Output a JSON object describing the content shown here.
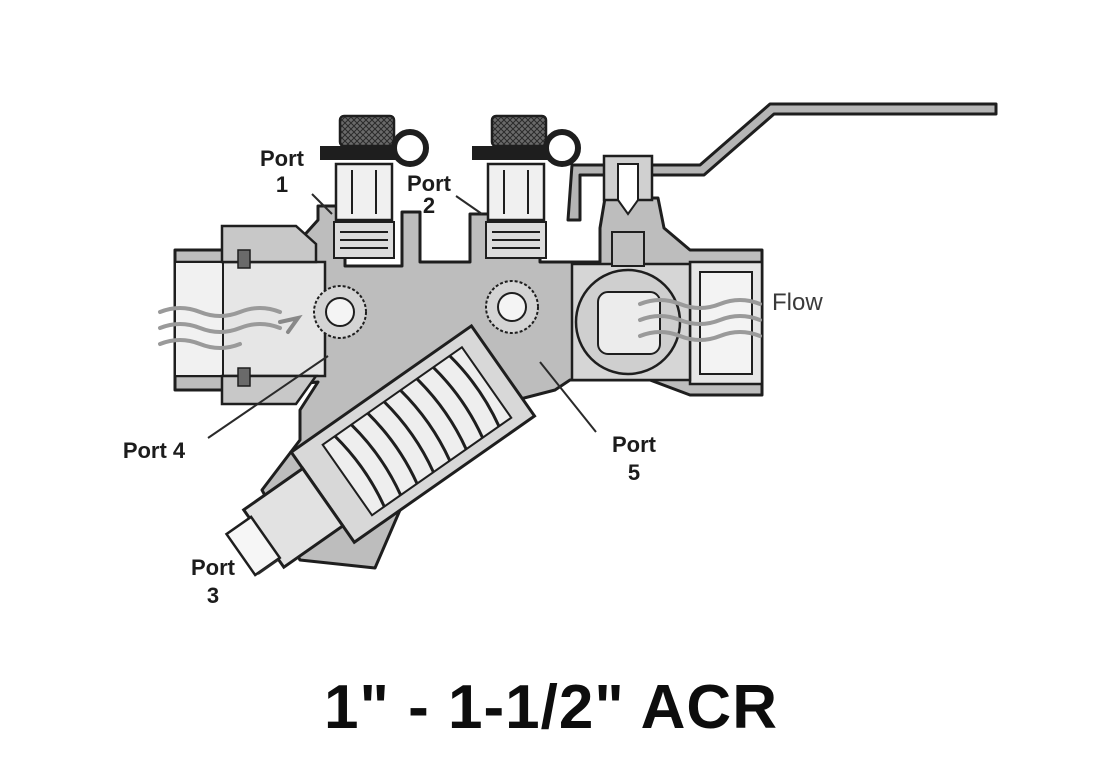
{
  "diagram": {
    "labels": {
      "port1": [
        "Port",
        "1"
      ],
      "port2": [
        "Port",
        "2"
      ],
      "port3": [
        "Port",
        "3"
      ],
      "port4": "Port 4",
      "port5": [
        "Port",
        "5"
      ],
      "flow": "Flow"
    },
    "caption": "1\" - 1-1/2\" ACR"
  },
  "colors": {
    "line": "#1e1e1e",
    "body_gray": "#bdbdbd",
    "dark_gray": "#8c8c8c",
    "light_gray": "#e6e6e6",
    "background": "#ffffff"
  }
}
